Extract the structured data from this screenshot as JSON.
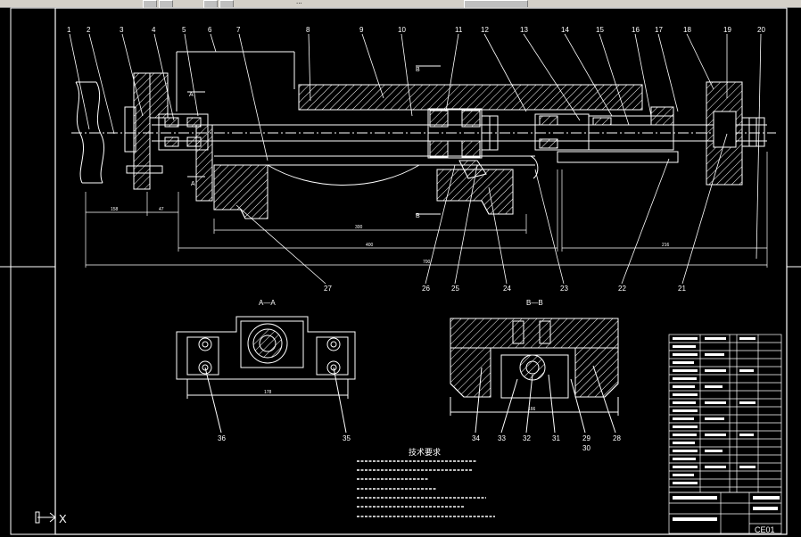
{
  "toolbar": {
    "visible_text": "..."
  },
  "drawing": {
    "part_numbers_top": [
      "1",
      "2",
      "3",
      "4",
      "5",
      "6",
      "7",
      "8",
      "9",
      "10",
      "11",
      "12",
      "13",
      "14",
      "15",
      "16",
      "17",
      "18",
      "19",
      "20"
    ],
    "part_numbers_bottom": [
      "27",
      "26",
      "25",
      "24",
      "23",
      "22",
      "21"
    ],
    "section_aa_label": "A—A",
    "section_bb_label": "B—B",
    "section_marker_a": "A",
    "section_marker_b": "B",
    "section_aa_callouts": [
      "36",
      "35"
    ],
    "section_bb_callouts": [
      "34",
      "33",
      "32",
      "31",
      "29",
      "28",
      "30"
    ],
    "dimensions_bottom": [
      "158",
      "47",
      "300",
      "400",
      "700",
      "216"
    ],
    "dimension_aa_width": "178",
    "dimension_bb_width": "166",
    "tech_requirements_title": "技术要求",
    "drawing_code": "CE01"
  },
  "ucs": {
    "x_label": "X"
  },
  "colors": {
    "background": "#000000",
    "lines": "#ffffff",
    "hatch": "#ffffff"
  }
}
